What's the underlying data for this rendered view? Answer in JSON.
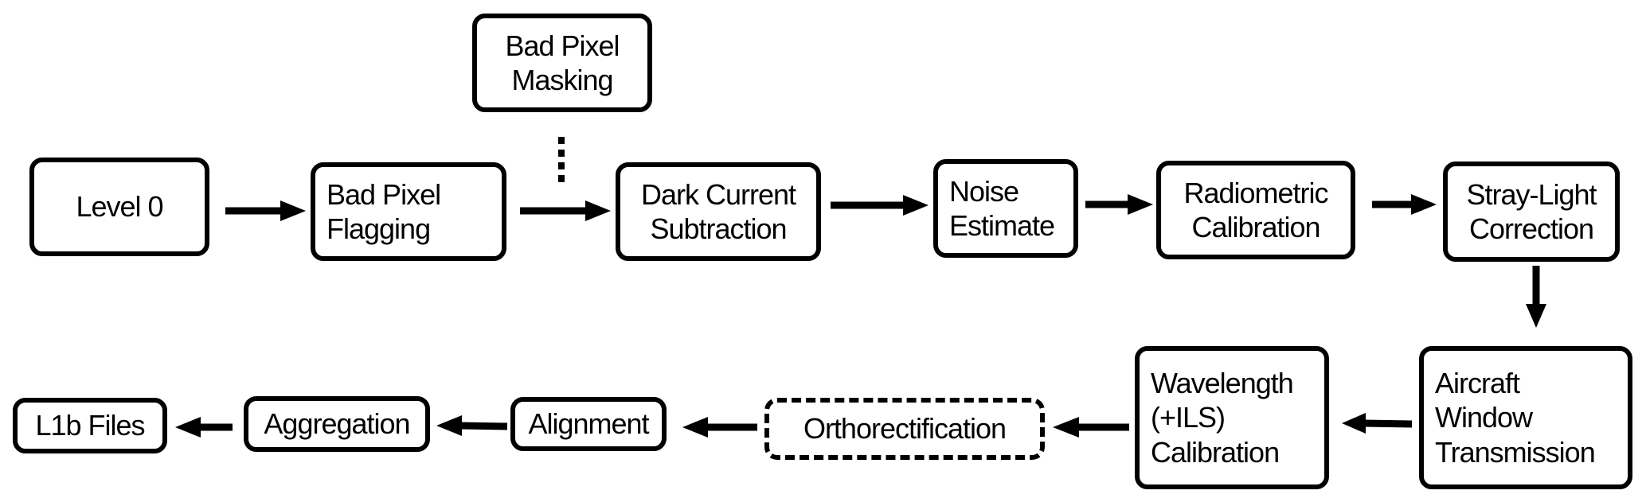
{
  "diagram": {
    "nodes": [
      {
        "id": "level0",
        "label": "Level 0",
        "style": "solid"
      },
      {
        "id": "bad_pixel_flagging",
        "label": "Bad Pixel\nFlagging",
        "style": "solid"
      },
      {
        "id": "bad_pixel_masking",
        "label": "Bad Pixel\nMasking",
        "style": "solid"
      },
      {
        "id": "dark_current",
        "label": "Dark Current\nSubtraction",
        "style": "solid"
      },
      {
        "id": "noise_estimate",
        "label": "Noise\nEstimate",
        "style": "solid"
      },
      {
        "id": "radiometric",
        "label": "Radiometric\nCalibration",
        "style": "solid"
      },
      {
        "id": "stray_light",
        "label": "Stray-Light\nCorrection",
        "style": "solid"
      },
      {
        "id": "aircraft_window",
        "label": "Aircraft\nWindow\nTransmission",
        "style": "solid"
      },
      {
        "id": "wavelength",
        "label": "Wavelength\n(+ILS)\nCalibration",
        "style": "solid"
      },
      {
        "id": "orthorectification",
        "label": "Orthorectification",
        "style": "dashed"
      },
      {
        "id": "alignment",
        "label": "Alignment",
        "style": "solid"
      },
      {
        "id": "aggregation",
        "label": "Aggregation",
        "style": "solid"
      },
      {
        "id": "l1b_files",
        "label": "L1b Files",
        "style": "solid"
      }
    ],
    "edges": [
      {
        "from": "level0",
        "to": "bad_pixel_flagging",
        "style": "solid"
      },
      {
        "from": "bad_pixel_flagging",
        "to": "dark_current",
        "style": "solid"
      },
      {
        "from": "bad_pixel_masking",
        "to": "bad_pixel_flagging_to_dark_current",
        "style": "dotted"
      },
      {
        "from": "dark_current",
        "to": "noise_estimate",
        "style": "solid"
      },
      {
        "from": "noise_estimate",
        "to": "radiometric",
        "style": "solid"
      },
      {
        "from": "radiometric",
        "to": "stray_light",
        "style": "solid"
      },
      {
        "from": "stray_light",
        "to": "aircraft_window",
        "style": "solid"
      },
      {
        "from": "aircraft_window",
        "to": "wavelength",
        "style": "solid"
      },
      {
        "from": "wavelength",
        "to": "orthorectification",
        "style": "solid"
      },
      {
        "from": "orthorectification",
        "to": "alignment",
        "style": "solid"
      },
      {
        "from": "alignment",
        "to": "aggregation",
        "style": "solid"
      },
      {
        "from": "aggregation",
        "to": "l1b_files",
        "style": "solid"
      }
    ]
  }
}
